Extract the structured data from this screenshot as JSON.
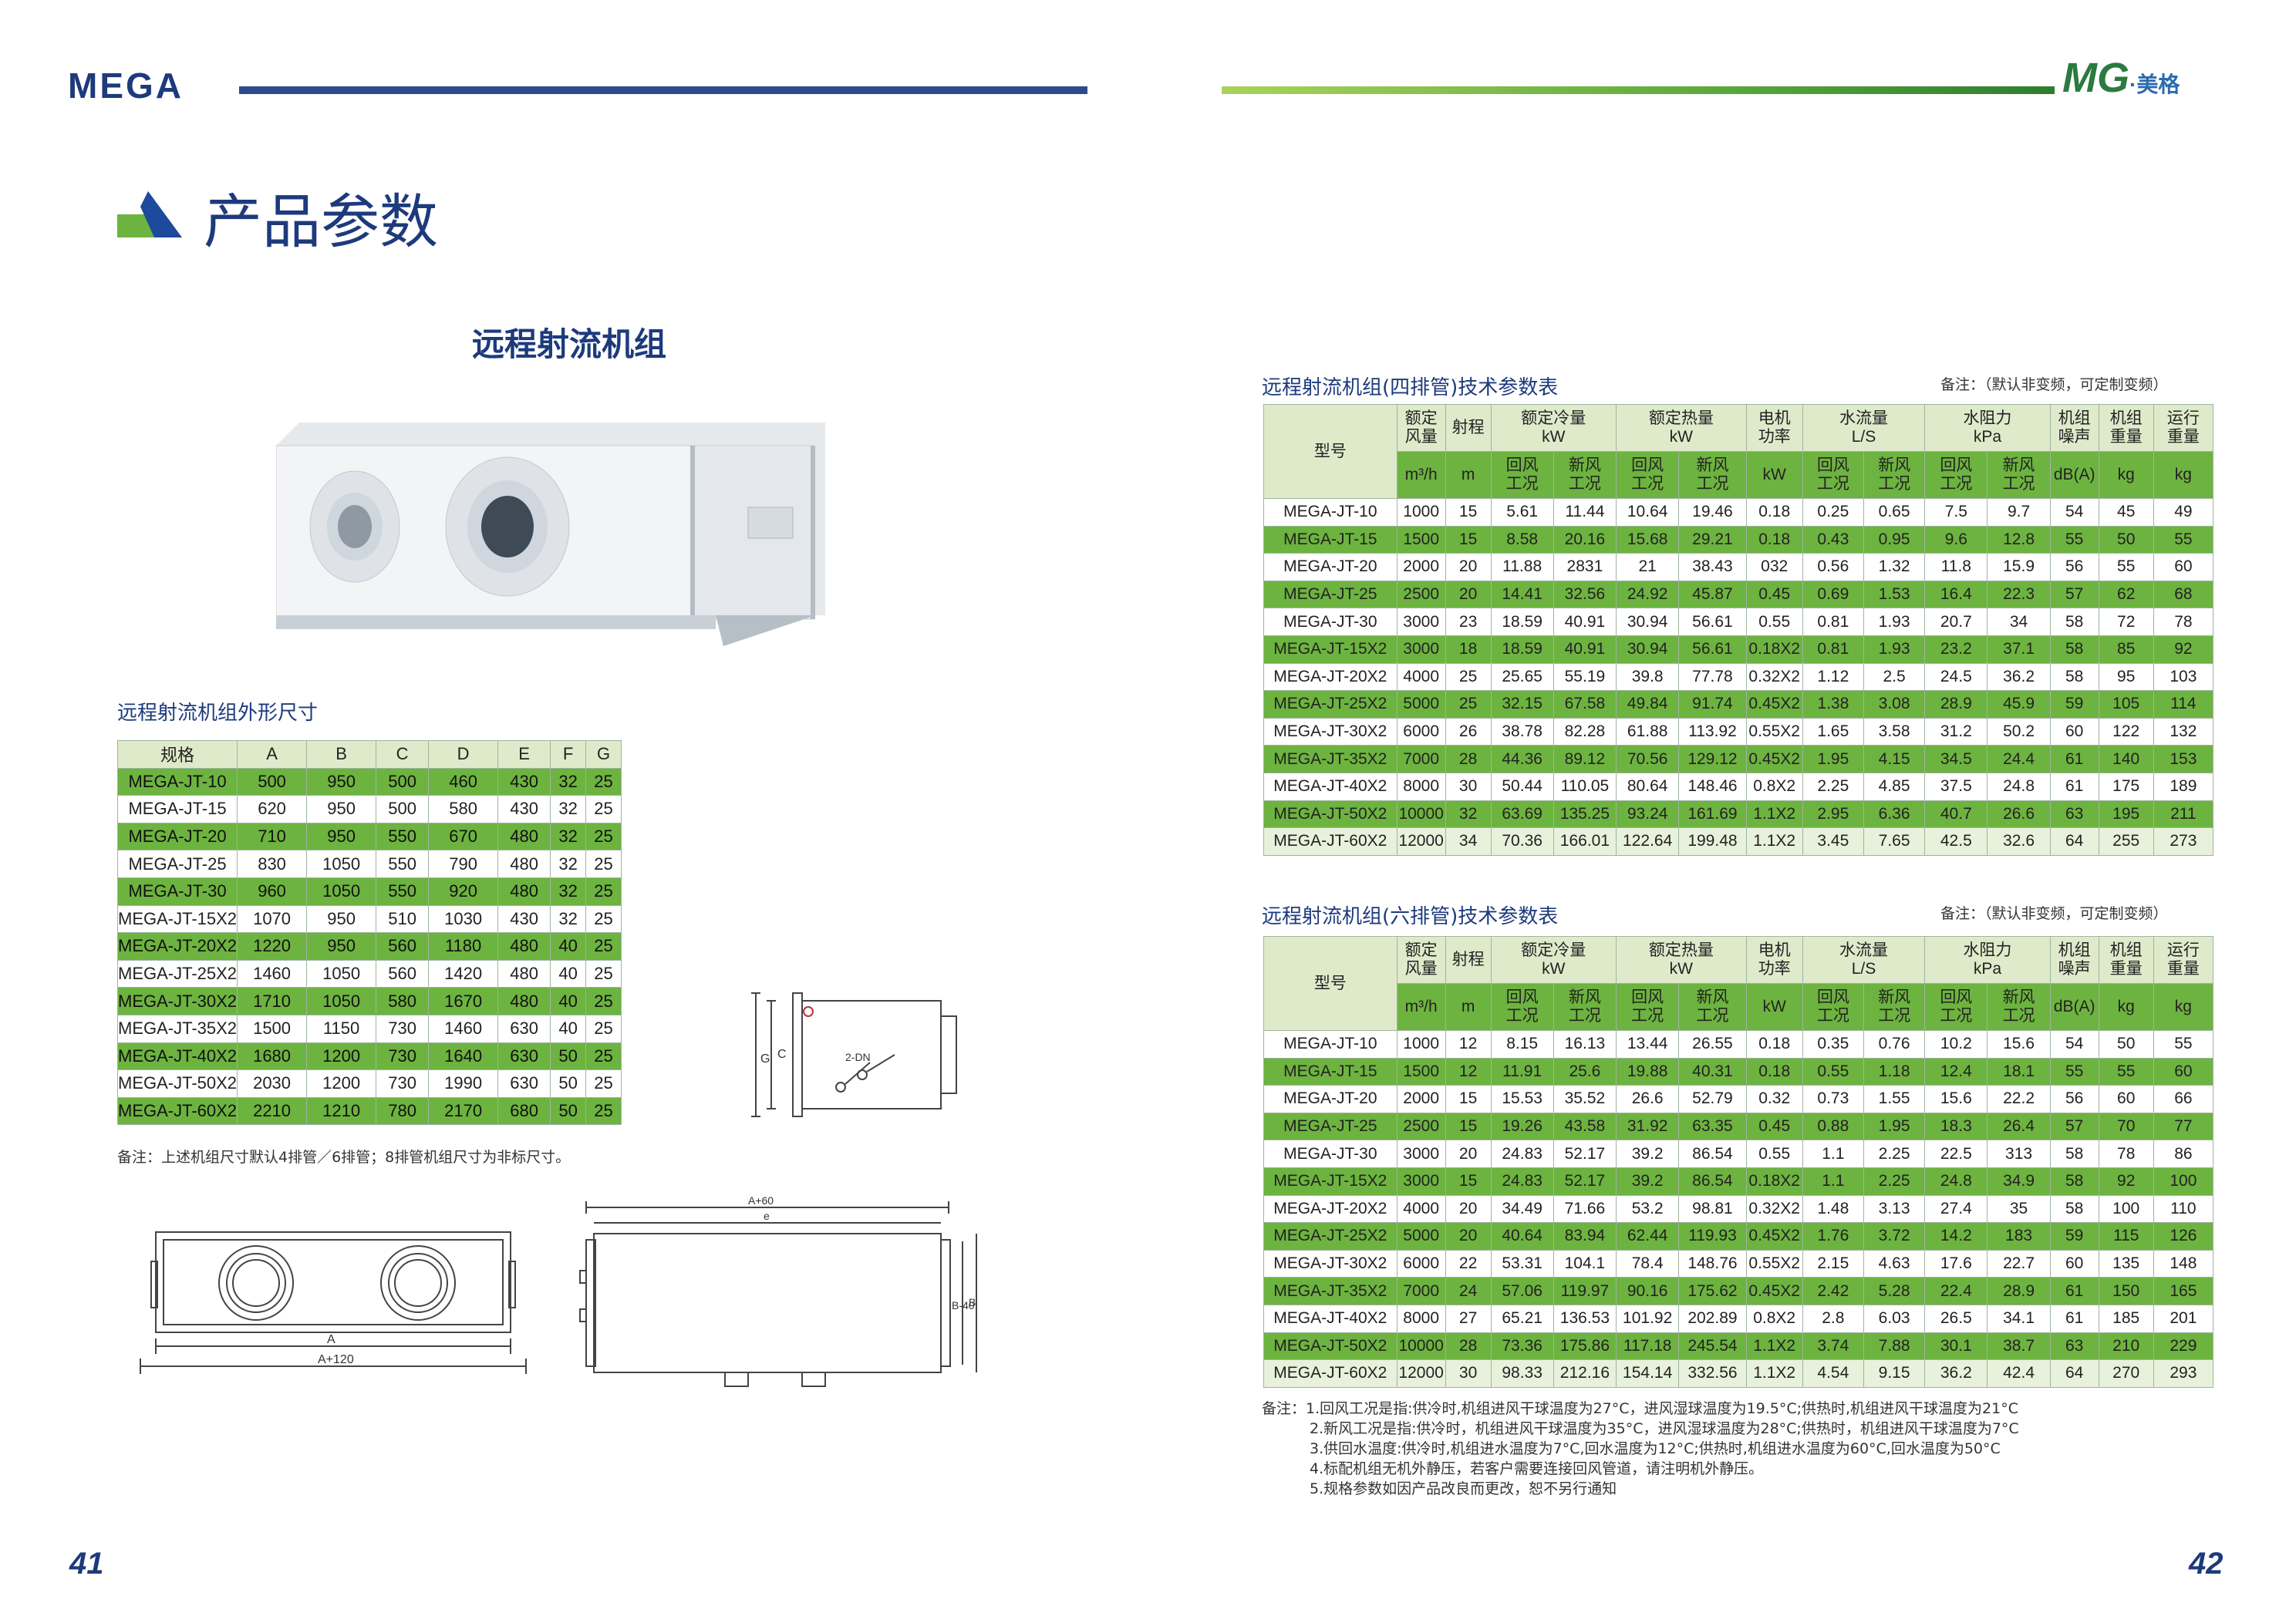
{
  "header": {
    "brand": "MEGA",
    "partner_logo": "MG",
    "partner_name": "·美格"
  },
  "section_title": "产品参数",
  "product_title": "远程射流机组",
  "dimension_table": {
    "caption": "远程射流机组外形尺寸",
    "headers": [
      "规格",
      "A",
      "B",
      "C",
      "D",
      "E",
      "F",
      "G"
    ],
    "rows": [
      [
        "MEGA-JT-10",
        "500",
        "950",
        "500",
        "460",
        "430",
        "32",
        "25"
      ],
      [
        "MEGA-JT-15",
        "620",
        "950",
        "500",
        "580",
        "430",
        "32",
        "25"
      ],
      [
        "MEGA-JT-20",
        "710",
        "950",
        "550",
        "670",
        "480",
        "32",
        "25"
      ],
      [
        "MEGA-JT-25",
        "830",
        "1050",
        "550",
        "790",
        "480",
        "32",
        "25"
      ],
      [
        "MEGA-JT-30",
        "960",
        "1050",
        "550",
        "920",
        "480",
        "32",
        "25"
      ],
      [
        "MEGA-JT-15X2",
        "1070",
        "950",
        "510",
        "1030",
        "430",
        "32",
        "25"
      ],
      [
        "MEGA-JT-20X2",
        "1220",
        "950",
        "560",
        "1180",
        "480",
        "40",
        "25"
      ],
      [
        "MEGA-JT-25X2",
        "1460",
        "1050",
        "560",
        "1420",
        "480",
        "40",
        "25"
      ],
      [
        "MEGA-JT-30X2",
        "1710",
        "1050",
        "580",
        "1670",
        "480",
        "40",
        "25"
      ],
      [
        "MEGA-JT-35X2",
        "1500",
        "1150",
        "730",
        "1460",
        "630",
        "40",
        "25"
      ],
      [
        "MEGA-JT-40X2",
        "1680",
        "1200",
        "730",
        "1640",
        "630",
        "50",
        "25"
      ],
      [
        "MEGA-JT-50X2",
        "2030",
        "1200",
        "730",
        "1990",
        "630",
        "50",
        "25"
      ],
      [
        "MEGA-JT-60X2",
        "2210",
        "1210",
        "780",
        "2170",
        "680",
        "50",
        "25"
      ]
    ],
    "note": "备注：上述机组尺寸默认4排管／6排管；8排管机组尺寸为非标尺寸。"
  },
  "drawings": {
    "side_dims": [
      "C",
      "G"
    ],
    "pipe_label": "2-DN",
    "front_dims": [
      "A",
      "A+120"
    ],
    "top_dims": [
      "A+60",
      "e",
      "B-40",
      "B"
    ]
  },
  "perf_headers": {
    "model": "型号",
    "top": [
      "额定\n风量",
      "射程",
      "额定冷量\nkW",
      "额定热量\nkW",
      "电机\n功率",
      "水流量\nL/S",
      "水阻力\nkPa",
      "机组\n噪声",
      "机组\n重量",
      "运行\n重量"
    ],
    "airflow_unit": "m³/h",
    "sub": [
      "m",
      "回风\n工况",
      "新风\n工况",
      "回风\n工况",
      "新风\n工况",
      "kW",
      "回风\n工况",
      "新风\n工况",
      "回风\n工况",
      "新风\n工况",
      "dB(A)",
      "kg",
      "kg"
    ]
  },
  "perf4": {
    "caption": "远程射流机组(四排管)技术参数表",
    "remark": "备注：（默认非变频，可定制变频）",
    "rows": [
      [
        "MEGA-JT-10",
        "1000",
        "15",
        "5.61",
        "11.44",
        "10.64",
        "19.46",
        "0.18",
        "0.25",
        "0.65",
        "7.5",
        "9.7",
        "54",
        "45",
        "49"
      ],
      [
        "MEGA-JT-15",
        "1500",
        "15",
        "8.58",
        "20.16",
        "15.68",
        "29.21",
        "0.18",
        "0.43",
        "0.95",
        "9.6",
        "12.8",
        "55",
        "50",
        "55"
      ],
      [
        "MEGA-JT-20",
        "2000",
        "20",
        "11.88",
        "2831",
        "21",
        "38.43",
        "032",
        "0.56",
        "1.32",
        "11.8",
        "15.9",
        "56",
        "55",
        "60"
      ],
      [
        "MEGA-JT-25",
        "2500",
        "20",
        "14.41",
        "32.56",
        "24.92",
        "45.87",
        "0.45",
        "0.69",
        "1.53",
        "16.4",
        "22.3",
        "57",
        "62",
        "68"
      ],
      [
        "MEGA-JT-30",
        "3000",
        "23",
        "18.59",
        "40.91",
        "30.94",
        "56.61",
        "0.55",
        "0.81",
        "1.93",
        "20.7",
        "34",
        "58",
        "72",
        "78"
      ],
      [
        "MEGA-JT-15X2",
        "3000",
        "18",
        "18.59",
        "40.91",
        "30.94",
        "56.61",
        "0.18X2",
        "0.81",
        "1.93",
        "23.2",
        "37.1",
        "58",
        "85",
        "92"
      ],
      [
        "MEGA-JT-20X2",
        "4000",
        "25",
        "25.65",
        "55.19",
        "39.8",
        "77.78",
        "0.32X2",
        "1.12",
        "2.5",
        "24.5",
        "36.2",
        "58",
        "95",
        "103"
      ],
      [
        "MEGA-JT-25X2",
        "5000",
        "25",
        "32.15",
        "67.58",
        "49.84",
        "91.74",
        "0.45X2",
        "1.38",
        "3.08",
        "28.9",
        "45.9",
        "59",
        "105",
        "114"
      ],
      [
        "MEGA-JT-30X2",
        "6000",
        "26",
        "38.78",
        "82.28",
        "61.88",
        "113.92",
        "0.55X2",
        "1.65",
        "3.58",
        "31.2",
        "50.2",
        "60",
        "122",
        "132"
      ],
      [
        "MEGA-JT-35X2",
        "7000",
        "28",
        "44.36",
        "89.12",
        "70.56",
        "129.12",
        "0.45X2",
        "1.95",
        "4.15",
        "34.5",
        "24.4",
        "61",
        "140",
        "153"
      ],
      [
        "MEGA-JT-40X2",
        "8000",
        "30",
        "50.44",
        "110.05",
        "80.64",
        "148.46",
        "0.8X2",
        "2.25",
        "4.85",
        "37.5",
        "24.8",
        "61",
        "175",
        "189"
      ],
      [
        "MEGA-JT-50X2",
        "10000",
        "32",
        "63.69",
        "135.25",
        "93.24",
        "161.69",
        "1.1X2",
        "2.95",
        "6.36",
        "40.7",
        "26.6",
        "63",
        "195",
        "211"
      ],
      [
        "MEGA-JT-60X2",
        "12000",
        "34",
        "70.36",
        "166.01",
        "122.64",
        "199.48",
        "1.1X2",
        "3.45",
        "7.65",
        "42.5",
        "32.6",
        "64",
        "255",
        "273"
      ]
    ]
  },
  "perf6": {
    "caption": "远程射流机组(六排管)技术参数表",
    "remark": "备注：（默认非变频，可定制变频）",
    "rows": [
      [
        "MEGA-JT-10",
        "1000",
        "12",
        "8.15",
        "16.13",
        "13.44",
        "26.55",
        "0.18",
        "0.35",
        "0.76",
        "10.2",
        "15.6",
        "54",
        "50",
        "55"
      ],
      [
        "MEGA-JT-15",
        "1500",
        "12",
        "11.91",
        "25.6",
        "19.88",
        "40.31",
        "0.18",
        "0.55",
        "1.18",
        "12.4",
        "18.1",
        "55",
        "55",
        "60"
      ],
      [
        "MEGA-JT-20",
        "2000",
        "15",
        "15.53",
        "35.52",
        "26.6",
        "52.79",
        "0.32",
        "0.73",
        "1.55",
        "15.6",
        "22.2",
        "56",
        "60",
        "66"
      ],
      [
        "MEGA-JT-25",
        "2500",
        "15",
        "19.26",
        "43.58",
        "31.92",
        "63.35",
        "0.45",
        "0.88",
        "1.95",
        "18.3",
        "26.4",
        "57",
        "70",
        "77"
      ],
      [
        "MEGA-JT-30",
        "3000",
        "20",
        "24.83",
        "52.17",
        "39.2",
        "86.54",
        "0.55",
        "1.1",
        "2.25",
        "22.5",
        "313",
        "58",
        "78",
        "86"
      ],
      [
        "MEGA-JT-15X2",
        "3000",
        "15",
        "24.83",
        "52.17",
        "39.2",
        "86.54",
        "0.18X2",
        "1.1",
        "2.25",
        "24.8",
        "34.9",
        "58",
        "92",
        "100"
      ],
      [
        "MEGA-JT-20X2",
        "4000",
        "20",
        "34.49",
        "71.66",
        "53.2",
        "98.81",
        "0.32X2",
        "1.48",
        "3.13",
        "27.4",
        "35",
        "58",
        "100",
        "110"
      ],
      [
        "MEGA-JT-25X2",
        "5000",
        "20",
        "40.64",
        "83.94",
        "62.44",
        "119.93",
        "0.45X2",
        "1.76",
        "3.72",
        "14.2",
        "183",
        "59",
        "115",
        "126"
      ],
      [
        "MEGA-JT-30X2",
        "6000",
        "22",
        "53.31",
        "104.1",
        "78.4",
        "148.76",
        "0.55X2",
        "2.15",
        "4.63",
        "17.6",
        "22.7",
        "60",
        "135",
        "148"
      ],
      [
        "MEGA-JT-35X2",
        "7000",
        "24",
        "57.06",
        "119.97",
        "90.16",
        "175.62",
        "0.45X2",
        "2.42",
        "5.28",
        "22.4",
        "28.9",
        "61",
        "150",
        "165"
      ],
      [
        "MEGA-JT-40X2",
        "8000",
        "27",
        "65.21",
        "136.53",
        "101.92",
        "202.89",
        "0.8X2",
        "2.8",
        "6.03",
        "26.5",
        "34.1",
        "61",
        "185",
        "201"
      ],
      [
        "MEGA-JT-50X2",
        "10000",
        "28",
        "73.36",
        "175.86",
        "117.18",
        "245.54",
        "1.1X2",
        "3.74",
        "7.88",
        "30.1",
        "38.7",
        "63",
        "210",
        "229"
      ],
      [
        "MEGA-JT-60X2",
        "12000",
        "30",
        "98.33",
        "212.16",
        "154.14",
        "332.56",
        "1.1X2",
        "4.54",
        "9.15",
        "36.2",
        "42.4",
        "64",
        "270",
        "293"
      ]
    ]
  },
  "notes": [
    "备注：1.回风工况是指:供冷时,机组进风干球温度为27°C，进风湿球温度为19.5°C;供热时,机组进风干球温度为21°C",
    "2.新风工况是指:供冷时，机组进风干球温度为35°C，进风湿球温度为28°C;供热时，机组进风干球温度为7°C",
    "3.供回水温度:供冷时,机组进水温度为7°C,回水温度为12°C;供热时,机组进水温度为60°C,回水温度为50°C",
    "4.标配机组无机外静压，若客户需要连接回风管道，请注明机外静压。",
    "5.规格参数如因产品改良而更改，恕不另行通知"
  ],
  "pages": {
    "left": "41",
    "right": "42"
  }
}
